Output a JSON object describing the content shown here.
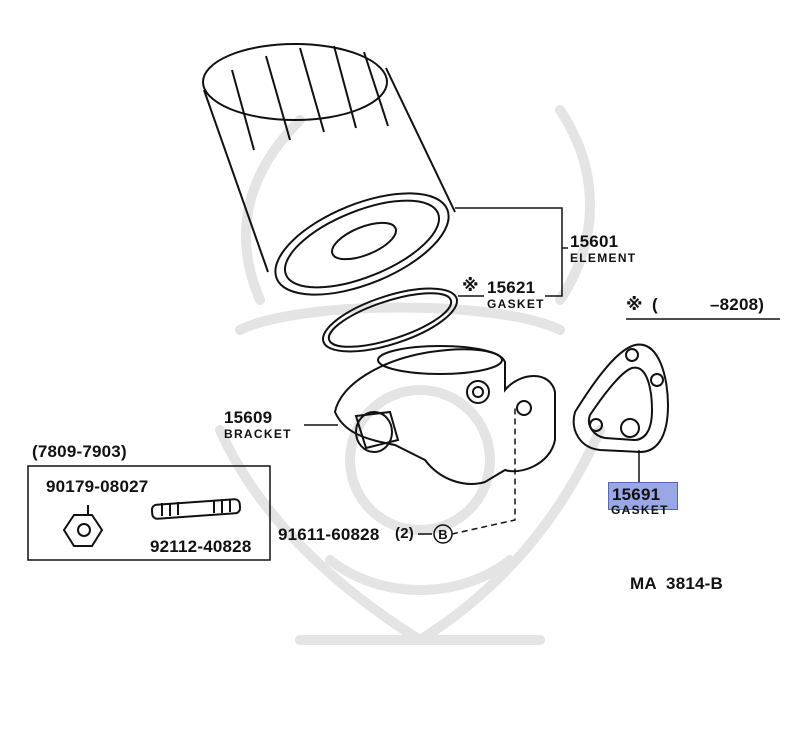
{
  "element": {
    "number": "15601",
    "name": "ELEMENT"
  },
  "gasket_ring": {
    "mark": "※",
    "number": "15621",
    "name": "GASKET"
  },
  "applicability": {
    "mark": "※",
    "open_paren": "(",
    "range": "–8208)"
  },
  "bracket": {
    "number": "15609",
    "name": "BRACKET"
  },
  "bracket_gasket": {
    "number": "15691",
    "name": "GASKET"
  },
  "bolt": {
    "number": "91611-60828",
    "qty": "(2)",
    "ref": "B"
  },
  "date_box": {
    "range": "(7809-7903)"
  },
  "nut": {
    "number": "90179-08027"
  },
  "stud": {
    "number": "92112-40828"
  },
  "diagram_code": {
    "text": "MA  3814-B"
  },
  "colors": {
    "line": "#111111",
    "highlight": "#9aa7e6",
    "watermark": "#e4e4e4"
  }
}
